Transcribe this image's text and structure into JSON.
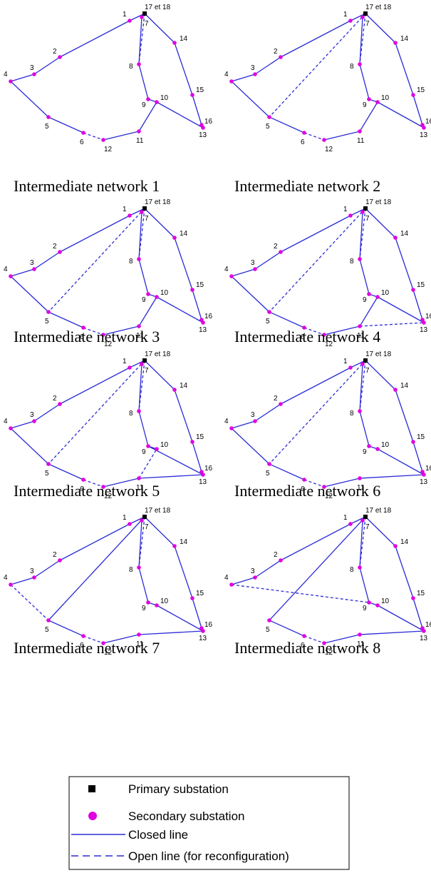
{
  "colors": {
    "line": "#2b2bd6",
    "node": "#e000e0",
    "primary": "#000000"
  },
  "nodes": [
    {
      "id": "1",
      "label": "1"
    },
    {
      "id": "2",
      "label": "2"
    },
    {
      "id": "3",
      "label": "3"
    },
    {
      "id": "4",
      "label": "4"
    },
    {
      "id": "5",
      "label": "5"
    },
    {
      "id": "6",
      "label": "6"
    },
    {
      "id": "7",
      "label": "7"
    },
    {
      "id": "8",
      "label": "8"
    },
    {
      "id": "9",
      "label": "9"
    },
    {
      "id": "10",
      "label": "10"
    },
    {
      "id": "11",
      "label": "11"
    },
    {
      "id": "12",
      "label": "12"
    },
    {
      "id": "13",
      "label": "13"
    },
    {
      "id": "14",
      "label": "14"
    },
    {
      "id": "15",
      "label": "15"
    },
    {
      "id": "16",
      "label": "16"
    },
    {
      "id": "S",
      "label": "17 et 18"
    }
  ],
  "networks": [
    {
      "caption": "Intermediate network 1",
      "closed": [
        [
          "S",
          "1"
        ],
        [
          "1",
          "2"
        ],
        [
          "2",
          "3"
        ],
        [
          "3",
          "4"
        ],
        [
          "4",
          "5"
        ],
        [
          "5",
          "6"
        ],
        [
          "12",
          "11"
        ],
        [
          "11",
          "10"
        ],
        [
          "10",
          "9"
        ],
        [
          "9",
          "8"
        ],
        [
          "8",
          "7"
        ],
        [
          "S",
          "14"
        ],
        [
          "14",
          "15"
        ],
        [
          "15",
          "16"
        ],
        [
          "16",
          "13"
        ],
        [
          "13",
          "10"
        ]
      ],
      "open": [
        [
          "S",
          "8"
        ],
        [
          "6",
          "12"
        ]
      ]
    },
    {
      "caption": "Intermediate network 2",
      "closed": [
        [
          "S",
          "1"
        ],
        [
          "1",
          "2"
        ],
        [
          "2",
          "3"
        ],
        [
          "3",
          "4"
        ],
        [
          "4",
          "5"
        ],
        [
          "5",
          "6"
        ],
        [
          "12",
          "11"
        ],
        [
          "11",
          "10"
        ],
        [
          "10",
          "9"
        ],
        [
          "9",
          "8"
        ],
        [
          "8",
          "7"
        ],
        [
          "S",
          "14"
        ],
        [
          "14",
          "15"
        ],
        [
          "15",
          "16"
        ],
        [
          "16",
          "13"
        ],
        [
          "13",
          "10"
        ]
      ],
      "open": [
        [
          "S",
          "8"
        ],
        [
          "6",
          "12"
        ],
        [
          "S",
          "5"
        ]
      ]
    },
    {
      "caption": "Intermediate network 3",
      "closed": [
        [
          "S",
          "1"
        ],
        [
          "1",
          "2"
        ],
        [
          "2",
          "3"
        ],
        [
          "3",
          "4"
        ],
        [
          "4",
          "5"
        ],
        [
          "5",
          "6"
        ],
        [
          "12",
          "11"
        ],
        [
          "11",
          "10"
        ],
        [
          "10",
          "9"
        ],
        [
          "9",
          "8"
        ],
        [
          "8",
          "7"
        ],
        [
          "S",
          "14"
        ],
        [
          "14",
          "15"
        ],
        [
          "15",
          "16"
        ],
        [
          "16",
          "13"
        ],
        [
          "13",
          "10"
        ]
      ],
      "open": [
        [
          "S",
          "8"
        ],
        [
          "6",
          "12"
        ],
        [
          "S",
          "5"
        ]
      ]
    },
    {
      "caption": "Intermediate network 4",
      "closed": [
        [
          "S",
          "1"
        ],
        [
          "1",
          "2"
        ],
        [
          "2",
          "3"
        ],
        [
          "3",
          "4"
        ],
        [
          "4",
          "5"
        ],
        [
          "5",
          "6"
        ],
        [
          "12",
          "11"
        ],
        [
          "11",
          "10"
        ],
        [
          "10",
          "9"
        ],
        [
          "9",
          "8"
        ],
        [
          "8",
          "7"
        ],
        [
          "S",
          "14"
        ],
        [
          "14",
          "15"
        ],
        [
          "15",
          "16"
        ],
        [
          "16",
          "13"
        ],
        [
          "13",
          "10"
        ]
      ],
      "open": [
        [
          "S",
          "8"
        ],
        [
          "6",
          "12"
        ],
        [
          "S",
          "5"
        ],
        [
          "11",
          "13"
        ]
      ]
    },
    {
      "caption": "Intermediate network 5",
      "closed": [
        [
          "S",
          "1"
        ],
        [
          "1",
          "2"
        ],
        [
          "2",
          "3"
        ],
        [
          "3",
          "4"
        ],
        [
          "4",
          "5"
        ],
        [
          "5",
          "6"
        ],
        [
          "12",
          "11"
        ],
        [
          "11",
          "13"
        ],
        [
          "10",
          "9"
        ],
        [
          "9",
          "8"
        ],
        [
          "8",
          "7"
        ],
        [
          "S",
          "14"
        ],
        [
          "14",
          "15"
        ],
        [
          "15",
          "16"
        ],
        [
          "16",
          "13"
        ],
        [
          "13",
          "9"
        ]
      ],
      "open": [
        [
          "S",
          "8"
        ],
        [
          "6",
          "12"
        ],
        [
          "S",
          "5"
        ],
        [
          "11",
          "10"
        ]
      ]
    },
    {
      "caption": "Intermediate network 6",
      "closed": [
        [
          "S",
          "1"
        ],
        [
          "1",
          "2"
        ],
        [
          "2",
          "3"
        ],
        [
          "3",
          "4"
        ],
        [
          "4",
          "5"
        ],
        [
          "5",
          "6"
        ],
        [
          "12",
          "11"
        ],
        [
          "11",
          "13"
        ],
        [
          "10",
          "9"
        ],
        [
          "9",
          "8"
        ],
        [
          "8",
          "7"
        ],
        [
          "S",
          "14"
        ],
        [
          "14",
          "15"
        ],
        [
          "15",
          "16"
        ],
        [
          "16",
          "13"
        ],
        [
          "13",
          "10"
        ]
      ],
      "open": [
        [
          "S",
          "8"
        ],
        [
          "6",
          "12"
        ],
        [
          "S",
          "5"
        ]
      ]
    },
    {
      "caption": "Intermediate network 7",
      "closed": [
        [
          "S",
          "1"
        ],
        [
          "1",
          "2"
        ],
        [
          "2",
          "3"
        ],
        [
          "3",
          "4"
        ],
        [
          "S",
          "5"
        ],
        [
          "5",
          "6"
        ],
        [
          "12",
          "11"
        ],
        [
          "11",
          "13"
        ],
        [
          "10",
          "9"
        ],
        [
          "9",
          "8"
        ],
        [
          "8",
          "7"
        ],
        [
          "S",
          "14"
        ],
        [
          "14",
          "15"
        ],
        [
          "15",
          "16"
        ],
        [
          "16",
          "13"
        ],
        [
          "13",
          "10"
        ]
      ],
      "open": [
        [
          "S",
          "8"
        ],
        [
          "6",
          "12"
        ],
        [
          "4",
          "5"
        ]
      ]
    },
    {
      "caption": "Intermediate network 8",
      "closed": [
        [
          "S",
          "1"
        ],
        [
          "1",
          "2"
        ],
        [
          "2",
          "3"
        ],
        [
          "3",
          "4"
        ],
        [
          "S",
          "5"
        ],
        [
          "5",
          "6"
        ],
        [
          "12",
          "11"
        ],
        [
          "11",
          "13"
        ],
        [
          "10",
          "9"
        ],
        [
          "9",
          "8"
        ],
        [
          "8",
          "7"
        ],
        [
          "S",
          "14"
        ],
        [
          "14",
          "15"
        ],
        [
          "15",
          "16"
        ],
        [
          "16",
          "13"
        ],
        [
          "13",
          "10"
        ]
      ],
      "open": [
        [
          "S",
          "8"
        ],
        [
          "6",
          "12"
        ],
        [
          "4",
          "9"
        ]
      ]
    }
  ],
  "legend": {
    "primary": "Primary substation",
    "secondary": "Secondary substation",
    "closed": "Closed line",
    "open": "Open line (for reconfiguration)"
  }
}
